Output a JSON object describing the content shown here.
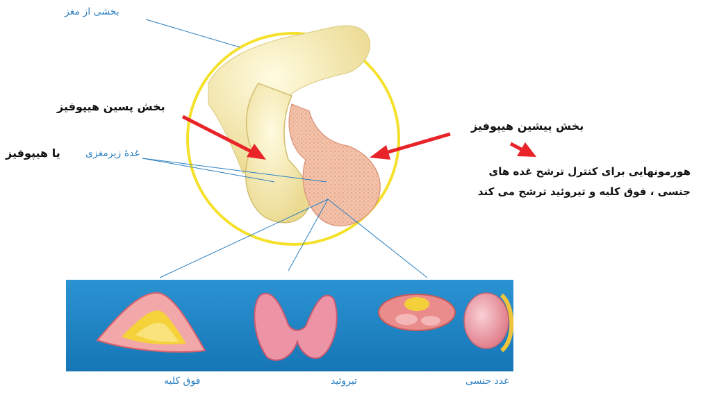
{
  "labels": {
    "brain_part": "بخشی از مغز",
    "posterior_pituitary": "بخش پسین هیپوفیز",
    "anterior_pituitary": "بخش پیشین هیپوفیز",
    "gland_name": "غدۀ زیرمغزی",
    "or_pituitary": "یا هیپوفیز",
    "hormones_line1": "هورمونهایی برای کنترل ترشح غده های",
    "hormones_line2": "جنسی ، فوق کلیه و تیروئید ترشح می کند"
  },
  "panels": [
    {
      "label": "فوق کلیه"
    },
    {
      "label": "تیروئید"
    },
    {
      "label": "غدد جنسی"
    }
  ],
  "colors": {
    "circle_border": "#f5e02a",
    "label_blue": "#2a7fc0",
    "arrow_red": "#e8232a",
    "panel_blue": "#1f86c6",
    "tissue_pink": "#f0b8a0",
    "brain_cream": "#f6edb6"
  }
}
